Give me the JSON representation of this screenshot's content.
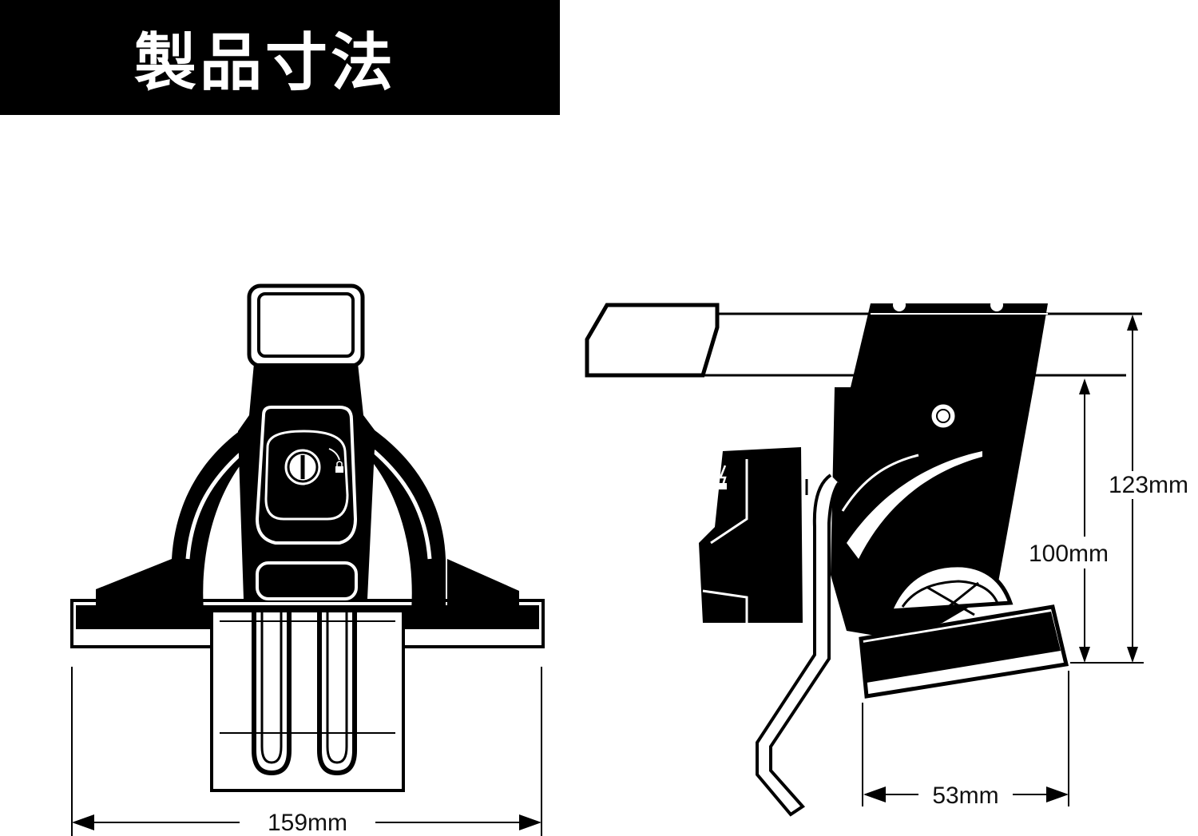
{
  "header": {
    "title": "製品寸法"
  },
  "dimensions": {
    "front_width": "159mm",
    "side_depth": "53mm",
    "height_total": "123mm",
    "height_inner": "100mm"
  },
  "colors": {
    "ink": "#000000",
    "paper": "#ffffff",
    "label_band": "#000000"
  },
  "icons": [
    "key-lock-icon",
    "lock-icon",
    "lightning-icon"
  ]
}
